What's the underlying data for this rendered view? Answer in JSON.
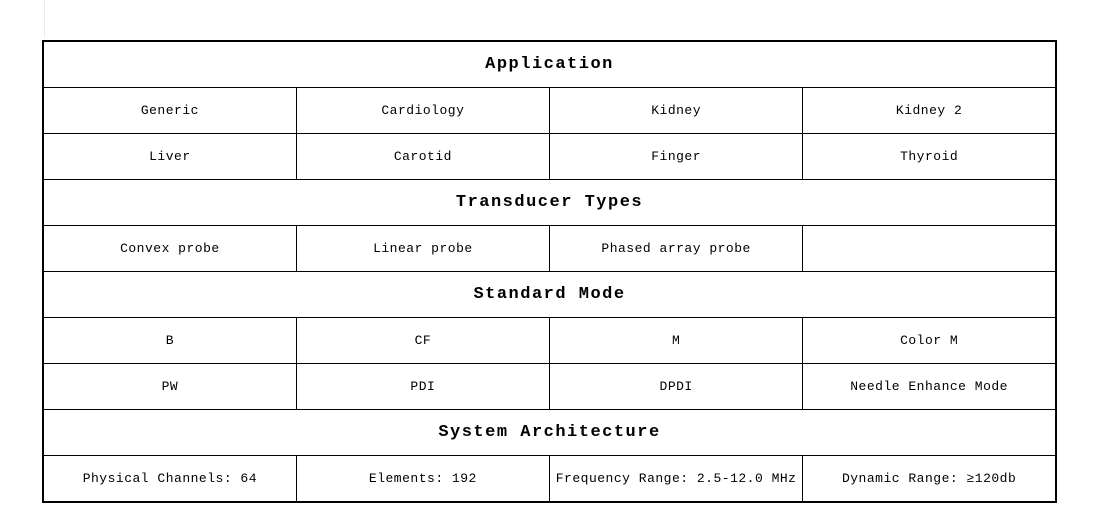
{
  "page": {
    "background": "#ffffff",
    "border_color": "#000000",
    "text_color": "#000000"
  },
  "table": {
    "columns": 4,
    "sections": [
      {
        "header": "Application",
        "rows": [
          [
            "Generic",
            "Cardiology",
            "Kidney",
            "Kidney 2"
          ],
          [
            "Liver",
            "Carotid",
            "Finger",
            "Thyroid"
          ]
        ]
      },
      {
        "header": "Transducer Types",
        "rows": [
          [
            "Convex probe",
            "Linear probe",
            "Phased array probe",
            ""
          ]
        ]
      },
      {
        "header": "Standard Mode",
        "rows": [
          [
            "B",
            "CF",
            "M",
            "Color M"
          ],
          [
            "PW",
            "PDI",
            "DPDI",
            "Needle Enhance Mode"
          ]
        ]
      },
      {
        "header": "System Architecture",
        "rows": [
          [
            "Physical Channels: 64",
            "Elements: 192",
            "Frequency Range: 2.5-12.0 MHz",
            "Dynamic Range: ≥120db"
          ]
        ]
      }
    ]
  }
}
